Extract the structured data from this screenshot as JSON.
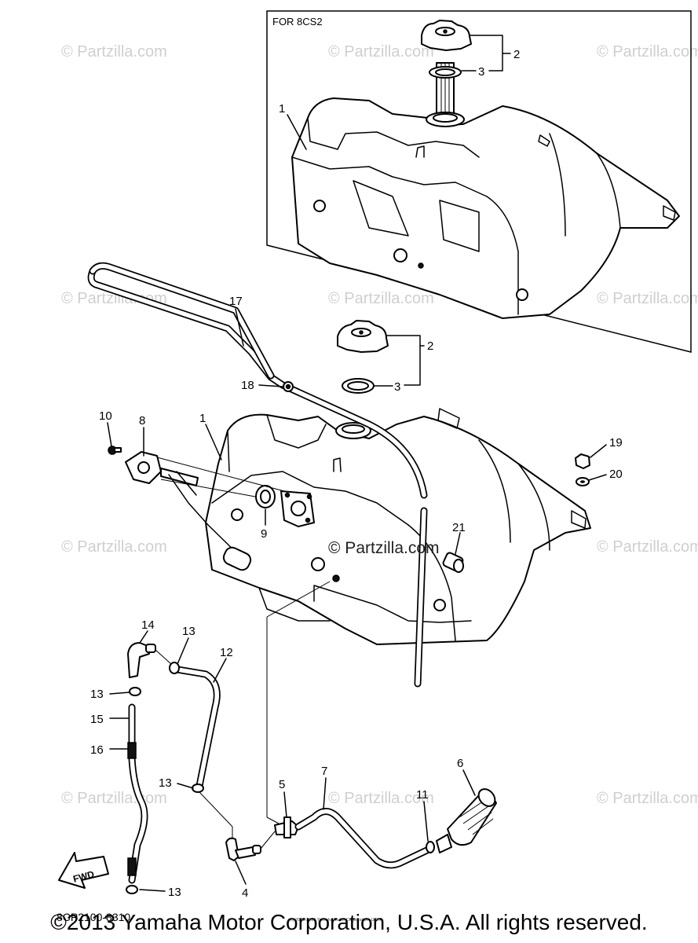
{
  "inset": {
    "title": "FOR 8CS2"
  },
  "callouts": {
    "c1a": "1",
    "c2a": "2",
    "c3a": "3",
    "c17": "17",
    "c2b": "2",
    "c3b": "3",
    "c18": "18",
    "c10": "10",
    "c8": "8",
    "c1b": "1",
    "c9": "9",
    "c19": "19",
    "c20": "20",
    "c21": "21",
    "c14": "14",
    "c13a": "13",
    "c12": "12",
    "c13b": "13",
    "c15": "15",
    "c16": "16",
    "c13c": "13",
    "c5": "5",
    "c7": "7",
    "c6": "6",
    "c11": "11",
    "c4": "4",
    "c13d": "13"
  },
  "fwd_label": "FWD",
  "diagram_code": "8CP2100-8310",
  "watermark": "© Partzilla.com",
  "watermark_center": "© Partzilla.com",
  "small_notice": "(c) 2005-2016 Yamaha Motor Corporation, U.S.A.",
  "copyright": "©2013 Yamaha Motor Corporation, U.S.A. All rights reserved."
}
